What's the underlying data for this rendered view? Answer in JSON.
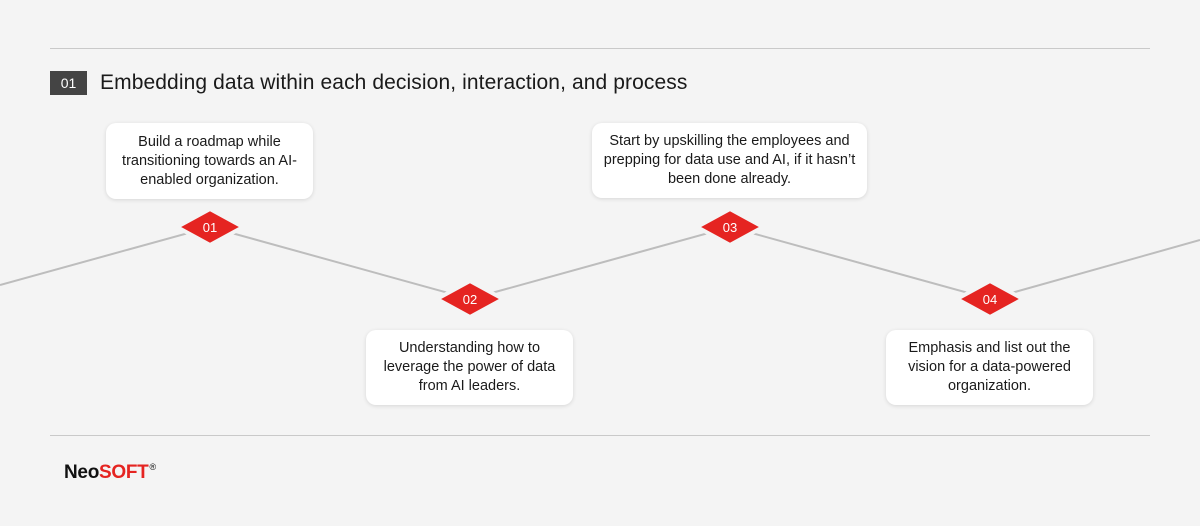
{
  "header": {
    "number": "01",
    "title": "Embedding data within each decision, interaction, and process"
  },
  "steps": [
    {
      "number": "01",
      "text": "Build a roadmap while transitioning towards an AI-enabled organization."
    },
    {
      "number": "02",
      "text": "Understanding how to leverage the power of data from AI leaders."
    },
    {
      "number": "03",
      "text": "Start by upskilling the employees and prepping for data use and AI, if it hasn’t been done already."
    },
    {
      "number": "04",
      "text": "Emphasis and list out the vision for a data-powered organization."
    }
  ],
  "logo": {
    "part1": "Neo",
    "part2": "SOFT",
    "mark": "®"
  },
  "colors": {
    "accent": "#e52421",
    "line": "#bdbdbd",
    "badge": "#444444"
  }
}
